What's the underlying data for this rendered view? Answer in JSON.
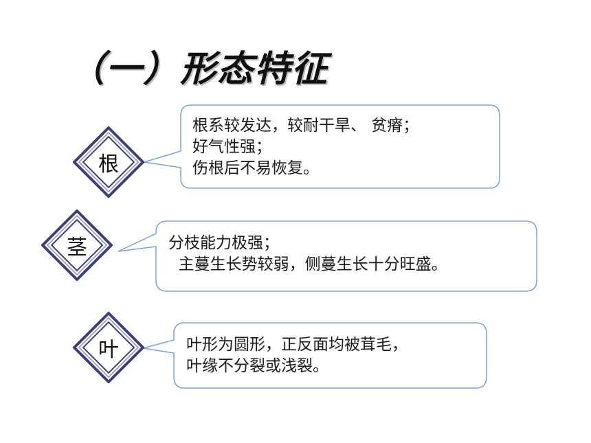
{
  "title": "（一）形态特征",
  "sections": [
    {
      "label": "根",
      "lines": [
        "根系较发达，较耐干旱、 贫瘠；",
        "好气性强；",
        "伤根后不易恢复。"
      ]
    },
    {
      "label": "茎",
      "lines": [
        "分枝能力极强；",
        "  主蔓生长势较弱，侧蔓生长十分旺盛。"
      ]
    },
    {
      "label": "叶",
      "lines": [
        "叶形为圆形，正反面均被茸毛，",
        "叶缘不分裂或浅裂。"
      ]
    }
  ],
  "colors": {
    "diamond_outer": "#3b3f7a",
    "diamond_inner": "#3b3f7a",
    "callout_border": "#7ba3d6"
  }
}
